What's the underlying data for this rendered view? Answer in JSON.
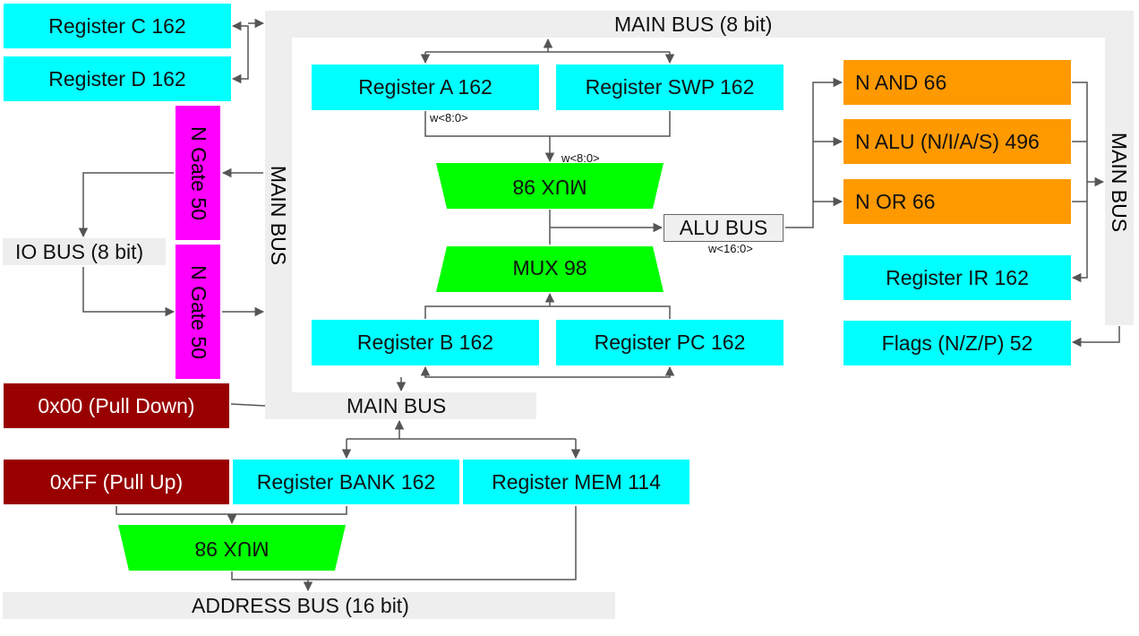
{
  "buses": {
    "main_top": "MAIN BUS (8 bit)",
    "main_left": "MAIN BUS",
    "main_right": "MAIN BUS",
    "main_bottom": "MAIN BUS",
    "io": "IO BUS (8 bit)",
    "address": "ADDRESS BUS (16 bit)",
    "alu": "ALU BUS"
  },
  "registers": {
    "c": "Register C 162",
    "d": "Register D 162",
    "a": "Register A 162",
    "swp": "Register SWP 162",
    "b": "Register B 162",
    "pc": "Register PC 162",
    "ir": "Register IR 162",
    "flags": "Flags (N/Z/P) 52",
    "bank": "Register BANK 162",
    "mem": "Register MEM 114"
  },
  "gates": {
    "upper": "N Gate 50",
    "lower": "N Gate 50"
  },
  "logic": {
    "and": "N AND 66",
    "alu": "N ALU (N/I/A/S) 496",
    "or": "N OR 66"
  },
  "constants": {
    "pull_down": "0x00 (Pull Down)",
    "pull_up": "0xFF (Pull Up)"
  },
  "muxes": {
    "top": "MUX 98",
    "middle": "MUX 98",
    "bottom": "MUX 98"
  },
  "widths": {
    "reg_a": "w<8:0>",
    "mux_in": "w<8:0>",
    "alu_bus": "w<16:0>"
  },
  "colors": {
    "register": "#00ffff",
    "logic_unit": "#ff9900",
    "gate": "#ff00ff",
    "constant": "#990000",
    "mux": "#00ff00",
    "bus": "#eeeeee"
  }
}
